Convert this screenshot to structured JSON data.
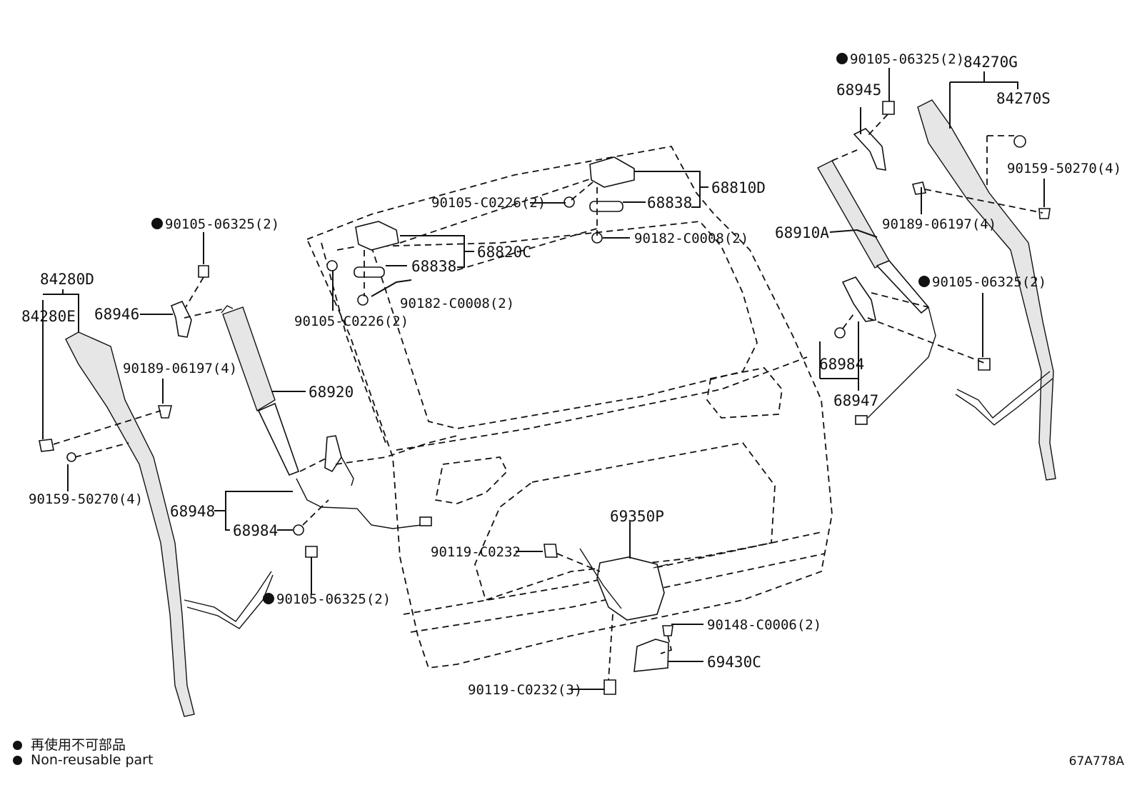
{
  "labels": {
    "l_84280D": "84280D",
    "l_84280E": "84280E",
    "l_90105_06325_a": "90105-06325(2)",
    "l_68946": "68946",
    "l_90189_06197_a": "90189-06197(4)",
    "l_90159_50270_a": "90159-50270(4)",
    "l_68920": "68920",
    "l_68948": "68948",
    "l_68984_a": "68984",
    "l_90105_06325_b": "90105-06325(2)",
    "l_90105_C0226_a": "90105-C0226(2)",
    "l_68838_a": "68838",
    "l_68820C": "68820C",
    "l_90182_C0008_a": "90182-C0008(2)",
    "l_90105_C0226_b": "90105-C0226(2)",
    "l_68838_b": "68838",
    "l_68810D": "68810D",
    "l_90182_C0008_b": "90182-C0008(2)",
    "l_69350P": "69350P",
    "l_90119_C0232_a": "90119-C0232",
    "l_90148_C0006": "90148-C0006(2)",
    "l_69430C": "69430C",
    "l_90119_C0232_b": "90119-C0232(3)",
    "l_90105_06325_c": "90105-06325(2)",
    "l_68945": "68945",
    "l_84270G": "84270G",
    "l_84270S": "84270S",
    "l_90159_50270_b": "90159-50270(4)",
    "l_90189_06197_b": "90189-06197(4)",
    "l_68910A": "68910A",
    "l_90105_06325_d": "90105-06325(2)",
    "l_68984_b": "68984",
    "l_68947": "68947"
  },
  "legend": {
    "line1": "再使用不可部品",
    "line2": "Non-reusable part"
  },
  "ref_code": "67A778A"
}
